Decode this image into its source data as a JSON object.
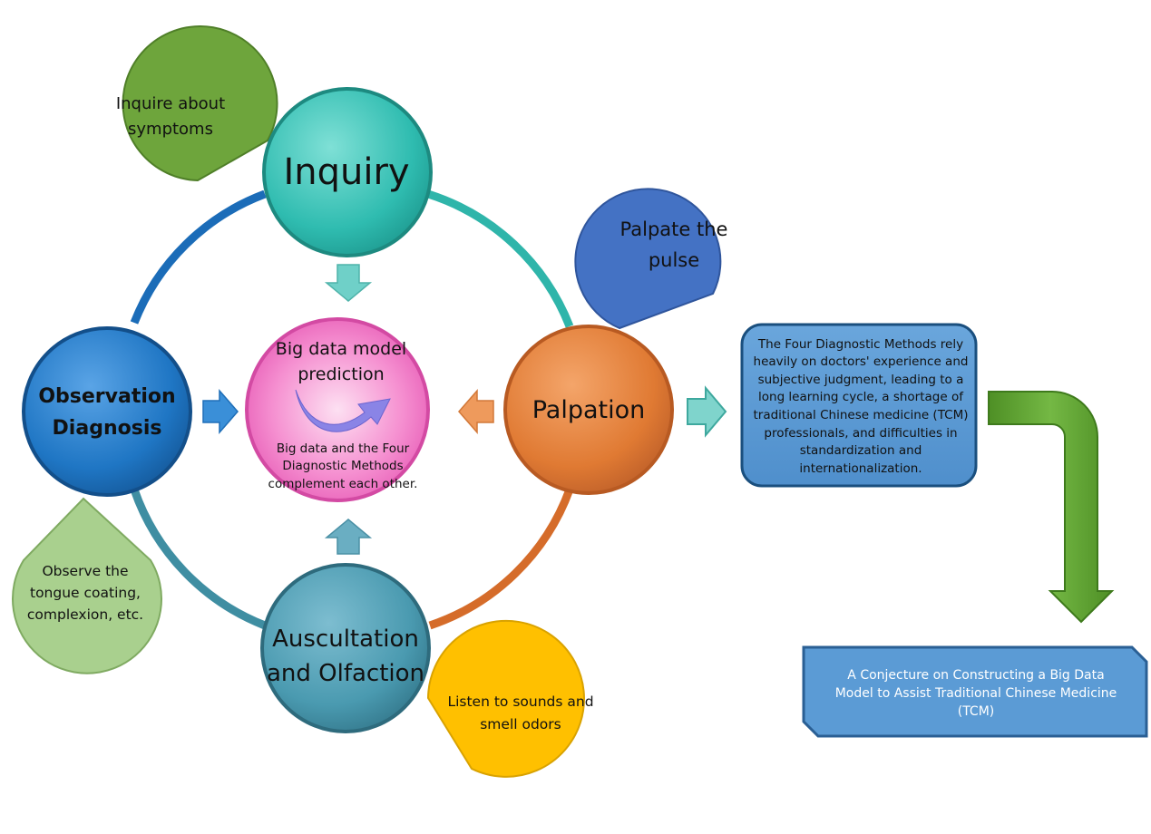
{
  "methods": {
    "inquiry": "Inquiry",
    "palpation": "Palpation",
    "observation": "Observation Diagnosis",
    "auscultation": "Auscultation and Olfaction"
  },
  "center": {
    "title": "Big data model prediction",
    "text": "Big data and the Four Diagnostic Methods complement each other."
  },
  "bubbles": {
    "inquiry": "Inquire about symptoms",
    "palpation": "Palpate the pulse",
    "observation": "Observe the tongue coating, complexion, etc.",
    "auscultation": "Listen to sounds and smell odors"
  },
  "info_box": "The Four Diagnostic Methods rely heavily on doctors' experience and subjective judgment, leading to a long learning cycle, a shortage of traditional Chinese medicine (TCM) professionals, and difficulties in standardization and internationalization.",
  "result_box": "A Conjecture on Constructing a Big Data Model to Assist Traditional Chinese Medicine (TCM)",
  "colors": {
    "inquiry": "#3ec8bc",
    "palpation": "#e67e37",
    "observation": "#1f76c4",
    "auscultation": "#4a9ab0",
    "center": "#f06cc0",
    "bubble_inquiry": "#6ea53c",
    "bubble_palpation": "#4472c4",
    "bubble_observation": "#a9d08e",
    "bubble_auscultation": "#ffc000",
    "info_box": "#5b9bd5",
    "green_arrow": "#5a9e2c"
  }
}
